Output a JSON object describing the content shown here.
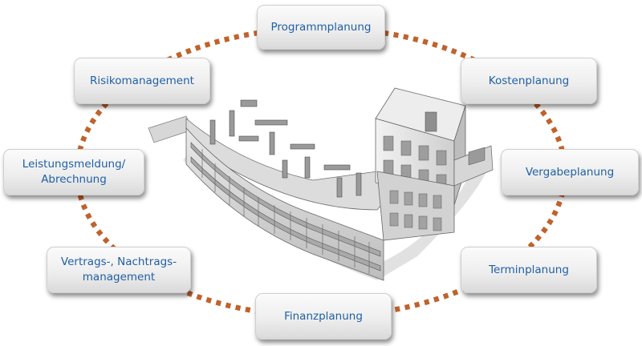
{
  "colors": {
    "ring": "#c0622b",
    "label": "#1f5fa6",
    "box_top": "#fbfbfb",
    "box_bottom": "#dadada"
  },
  "image": {
    "name": "building-3d-model"
  },
  "nodes": [
    {
      "key": "prog",
      "label": "Programmplanung"
    },
    {
      "key": "kost",
      "label": "Kostenplanung"
    },
    {
      "key": "verg",
      "label": "Vergabeplanung"
    },
    {
      "key": "term",
      "label": "Terminplanung"
    },
    {
      "key": "fin",
      "label": "Finanzplanung"
    },
    {
      "key": "vert",
      "label": "Vertrags-, Nachtrags-\nmanagement"
    },
    {
      "key": "leis",
      "label": "Leistungsmeldung/\nAbrechnung"
    },
    {
      "key": "risk",
      "label": "Risikomanagement"
    }
  ]
}
